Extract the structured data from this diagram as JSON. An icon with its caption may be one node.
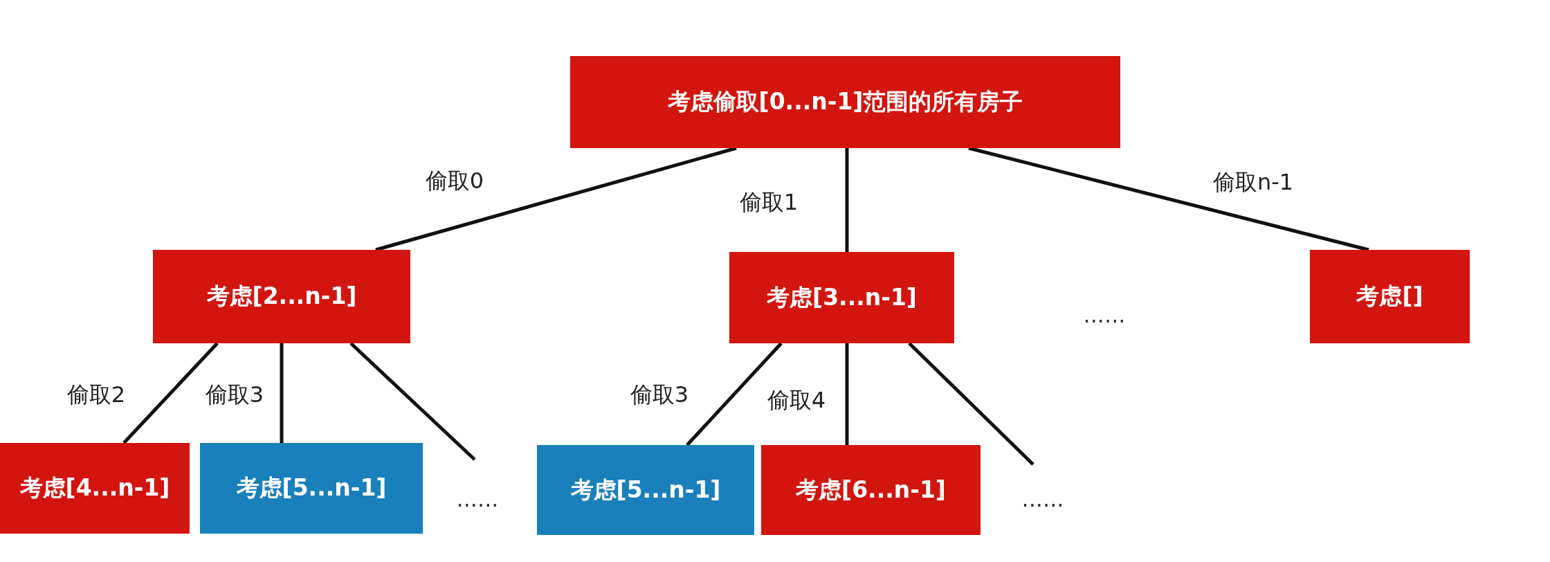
{
  "diagram": {
    "nodes": [
      {
        "text": [
          "考虑偷取[0...n-1]范围的所有房子"
        ]
      },
      {
        "text": [
          "考虑[2...n-1]"
        ]
      },
      {
        "text": [
          "考虑[3...n-1]"
        ]
      },
      {
        "text": [
          "考虑[]"
        ]
      },
      {
        "text": [
          "考虑[4...n-1]"
        ]
      },
      {
        "text": [
          "考虑[5...n-1]"
        ]
      },
      {
        "text": [
          "考虑[5...n-1]"
        ]
      },
      {
        "text": [
          "考虑[6...n-1]"
        ]
      }
    ],
    "edges": [
      {
        "from": 0,
        "to": 1,
        "arrow": "none",
        "label": "偷取0"
      },
      {
        "from": 0,
        "to": 2,
        "arrow": "none",
        "label": "偷取1"
      },
      {
        "from": 0,
        "to": 3,
        "arrow": "none",
        "label": "偷取n-1"
      },
      {
        "from": 1,
        "to": 4,
        "arrow": "none",
        "label": "偷取2"
      },
      {
        "from": 1,
        "to": 5,
        "arrow": "none",
        "label": "偷取3"
      },
      {
        "from": 1,
        "to": null,
        "arrow": "none"
      },
      {
        "from": 2,
        "to": 6,
        "arrow": "none",
        "label": "偷取3"
      },
      {
        "from": 2,
        "to": 7,
        "arrow": "none",
        "label": "偷取4"
      },
      {
        "from": 2,
        "to": null,
        "arrow": "none"
      }
    ],
    "labels": [
      "......",
      "......",
      "......"
    ]
  }
}
